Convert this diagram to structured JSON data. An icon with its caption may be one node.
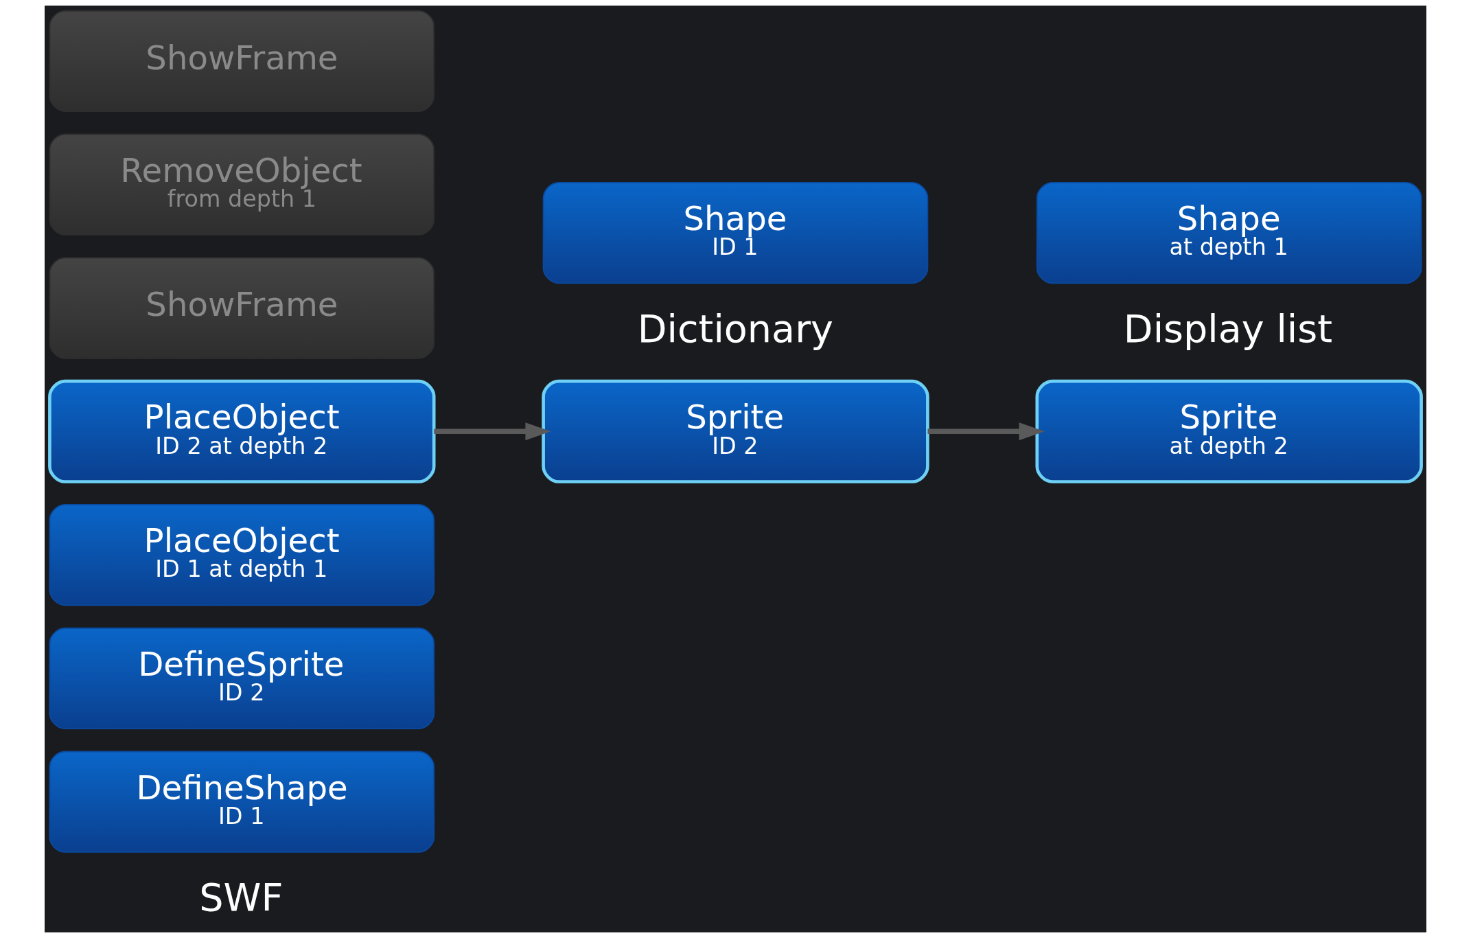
{
  "diagram": {
    "nodes": [
      {
        "text": [
          "DefineShape",
          "ID 1"
        ]
      },
      {
        "text": [
          "DefineSprite",
          "ID 2"
        ]
      },
      {
        "text": [
          "PlaceObject",
          "ID 1 at depth 1"
        ]
      },
      {
        "text": [
          "PlaceObject",
          "ID 2 at depth 2"
        ]
      },
      {
        "text": [
          "ShowFrame"
        ]
      },
      {
        "text": [
          "RemoveObject",
          "from depth 1"
        ]
      },
      {
        "text": [
          "ShowFrame"
        ]
      },
      {
        "text": [
          "Shape",
          "ID 1"
        ]
      },
      {
        "text": [
          "Sprite",
          "ID 2"
        ]
      },
      {
        "text": [
          "Shape",
          "at depth 1"
        ]
      },
      {
        "text": [
          "Sprite",
          "at depth 2"
        ]
      }
    ],
    "edges": [
      {
        "from": 3,
        "to": 8,
        "arrow": "to"
      },
      {
        "from": 8,
        "to": 10,
        "arrow": "to"
      }
    ],
    "labels": [
      "SWF",
      "Dictionary",
      "Display list"
    ]
  }
}
